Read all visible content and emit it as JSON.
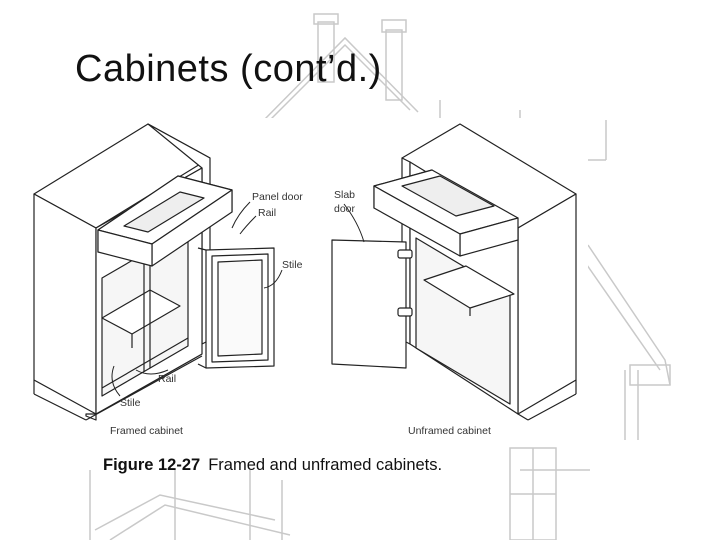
{
  "slide": {
    "title": "Cabinets (cont’d.)"
  },
  "figure": {
    "number": "Figure 12-27",
    "caption": "Framed and unframed cabinets.",
    "left_cabinet": {
      "subtitle": "Framed cabinet",
      "labels": {
        "panel_door": "Panel door",
        "rail_top": "Rail",
        "stile_right": "Stile",
        "rail_bottom": "Rail",
        "stile_bottom": "Stile"
      }
    },
    "right_cabinet": {
      "subtitle": "Unframed cabinet",
      "labels": {
        "slab": "Slab",
        "door": "door"
      }
    }
  }
}
